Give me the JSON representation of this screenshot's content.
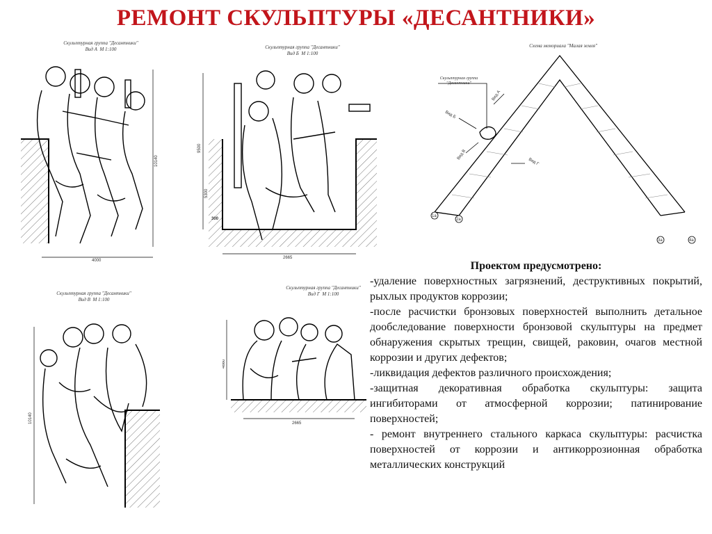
{
  "title": "РЕМОНТ СКУЛЬПТУРЫ «ДЕСАНТНИКИ»",
  "views": {
    "a": {
      "caption": "Скульптурная группа \"Десантники\"\nВид А  М 1:100",
      "width_dim": "4000",
      "height_dim": "10140"
    },
    "b": {
      "caption": "Скульптурная группа \"Десантники\"\nВид Б  М 1:100",
      "width_dim": "2665",
      "height_dim_top": "9500",
      "height_dim_mid": "5300",
      "height_dim_low": "300"
    },
    "v": {
      "caption": "Скульптурная группа \"Десантники\"\nВид В  М 1:100",
      "height_dim": "10140"
    },
    "g": {
      "caption": "Скульптурная группа \"Десантники\"\nВид Г  М 1:100",
      "width_dim": "2665",
      "height_dim": "4660"
    }
  },
  "scheme": {
    "caption": "Схема мемориала \"Малая земля\"",
    "group_label": "Скульптурная группа\n\"Десантники\"",
    "view_labels": [
      "Вид А",
      "Вид Б",
      "Вид В",
      "Вид Г"
    ],
    "markers": [
      "1а",
      "2а",
      "3а",
      "4а"
    ]
  },
  "description": {
    "heading": "Проектом предусмотрено:",
    "items": [
      "-удаление поверхностных загрязнений, деструктивных покрытий, рыхлых продуктов коррозии;",
      "-после расчистки бронзовых поверхностей выполнить детальное дообследование поверхности бронзовой скульптуры на предмет обнаружения скрытых трещин, свищей, раковин, очагов местной коррозии и других дефектов;",
      "-ликвидация дефектов различного происхождения;",
      "-защитная декоративная обработка скульптуры: защита ингибиторами от атмосферной коррозии; патинирование поверхностей;",
      "- ремонт внутреннего стального каркаса скульптуры: расчистка поверхностей от коррозии и антикоррозионная обработка металлических конструкций"
    ]
  }
}
